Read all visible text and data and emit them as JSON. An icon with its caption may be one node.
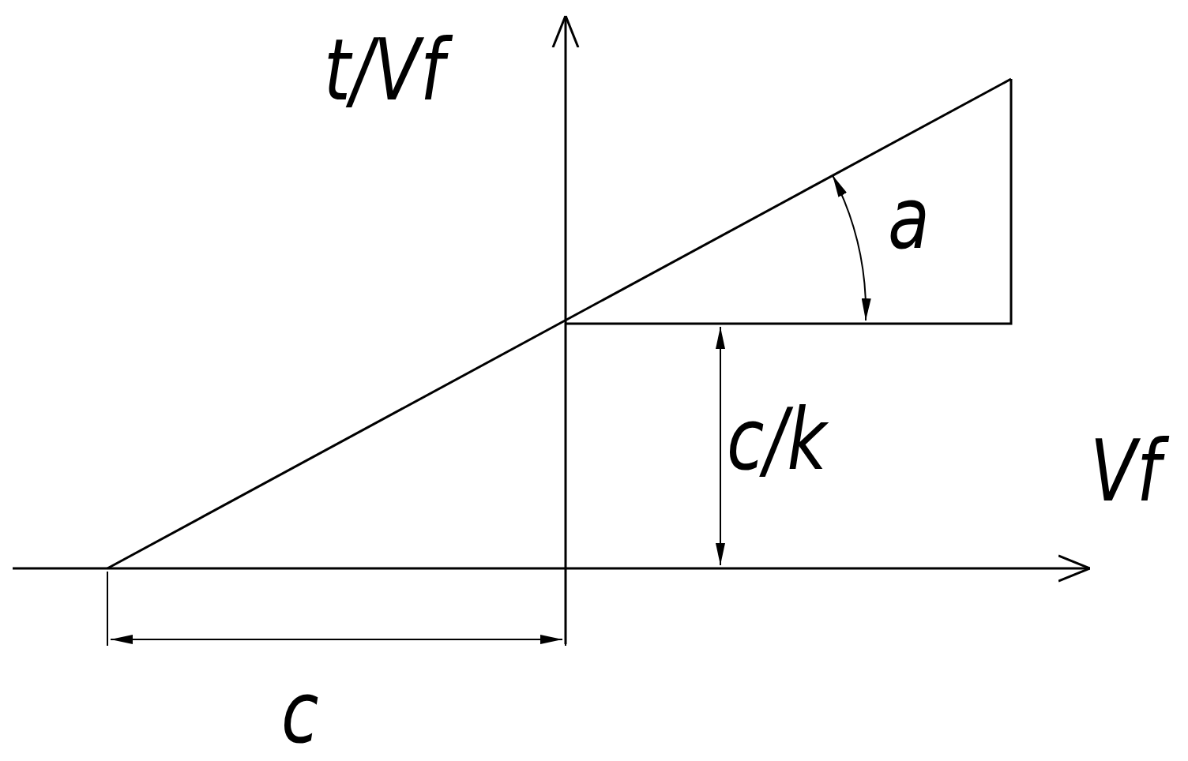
{
  "diagram": {
    "labels": [
      "t/Vf",
      "a",
      "c/k",
      "Vf",
      "c"
    ]
  }
}
